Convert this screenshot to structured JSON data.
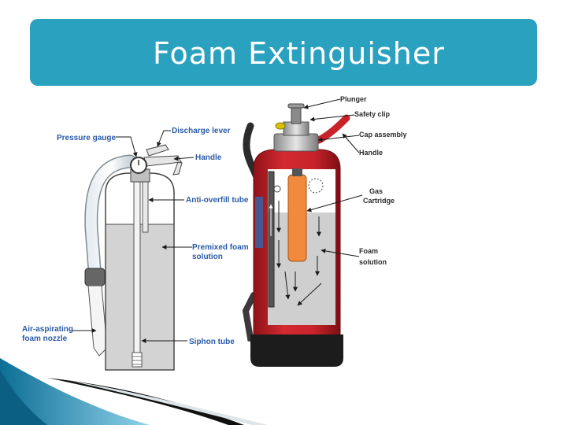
{
  "title": "Foam Extinguisher",
  "left_diagram": {
    "labels": {
      "pressure_gauge": "Pressure gauge",
      "discharge_lever": "Discharge lever",
      "handle": "Handle",
      "anti_overfill_tube": "Anti-overfill tube",
      "premixed_foam_line1": "Premixed foam",
      "premixed_foam_line2": "solution",
      "air_aspirating_line1": "Air-aspirating",
      "air_aspirating_line2": "foam nozzle",
      "siphon_tube": "Siphon tube"
    }
  },
  "right_diagram": {
    "labels": {
      "plunger": "Plunger",
      "safety_clip": "Safety clip",
      "cap_assembly": "Cap assembly",
      "handle": "Handle",
      "gas_line1": "Gas",
      "gas_line2": "Cartridge",
      "foam_line1": "Foam",
      "foam_line2": "solution"
    }
  },
  "colors": {
    "title_bar": "#2aa1bf",
    "label_blue": "#2a5aa8",
    "cylinder_red": "#c8232b",
    "cartridge_orange": "#f28a3c",
    "foam_grey": "#cfcfcf"
  }
}
